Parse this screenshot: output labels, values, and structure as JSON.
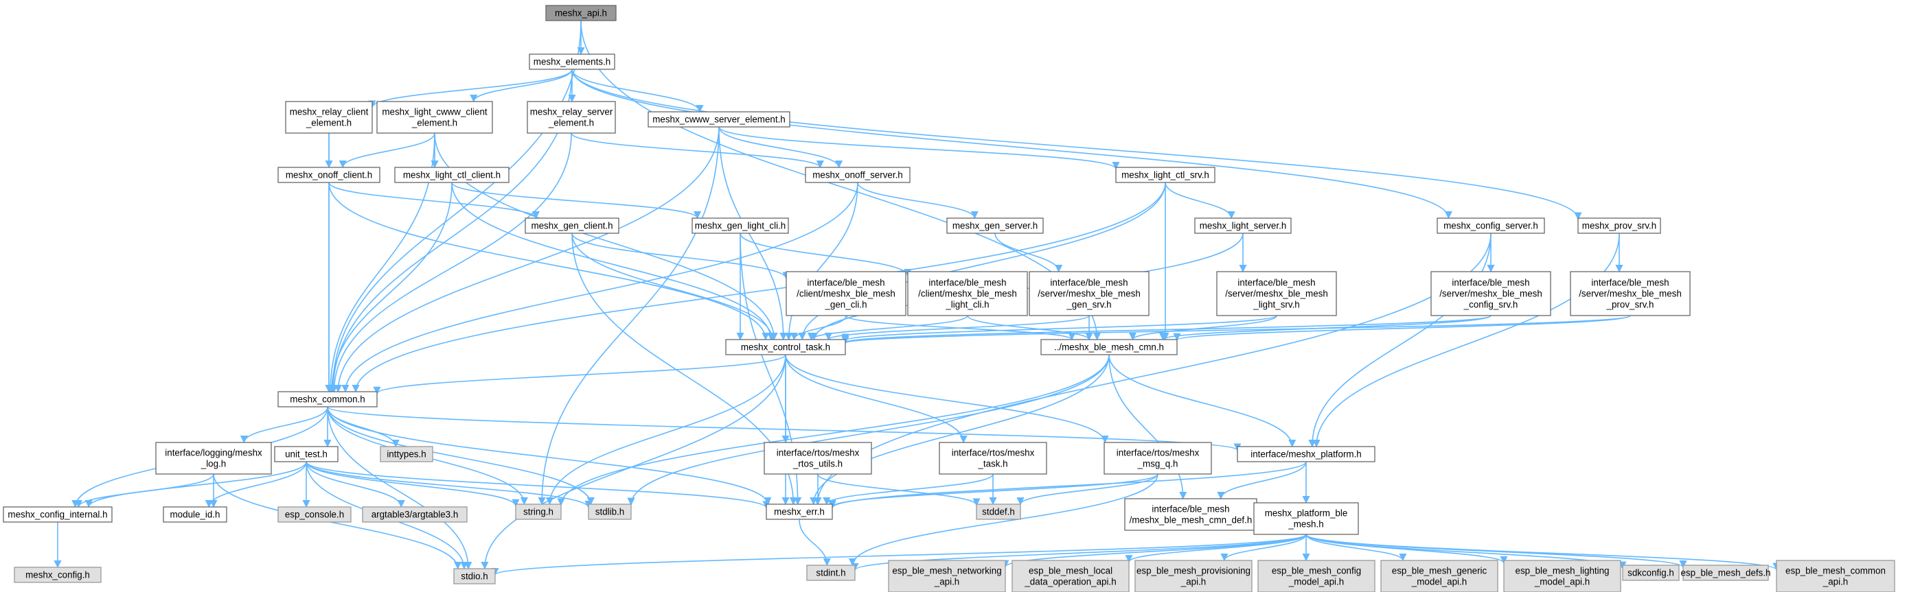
{
  "colors": {
    "edge": "#63b8ff",
    "root_fill": "#999999",
    "node_fill": "#ffffff",
    "node_stroke": "#666666",
    "external_fill": "#e0e0e0",
    "external_stroke": "#999999"
  },
  "nodes": [
    {
      "id": "api",
      "label": [
        "meshx_api.h"
      ],
      "kind": "root"
    },
    {
      "id": "elements",
      "label": [
        "meshx_elements.h"
      ],
      "kind": "std"
    },
    {
      "id": "relay_client",
      "label": [
        "meshx_relay_client",
        "_element.h"
      ],
      "kind": "std"
    },
    {
      "id": "light_cwww_client",
      "label": [
        "meshx_light_cwww_client",
        "_element.h"
      ],
      "kind": "std"
    },
    {
      "id": "relay_server",
      "label": [
        "meshx_relay_server",
        "_element.h"
      ],
      "kind": "std"
    },
    {
      "id": "cwww_server",
      "label": [
        "meshx_cwww_server_element.h"
      ],
      "kind": "std"
    },
    {
      "id": "onoff_client",
      "label": [
        "meshx_onoff_client.h"
      ],
      "kind": "std"
    },
    {
      "id": "light_ctl_client",
      "label": [
        "meshx_light_ctl_client.h"
      ],
      "kind": "std"
    },
    {
      "id": "onoff_server",
      "label": [
        "meshx_onoff_server.h"
      ],
      "kind": "std"
    },
    {
      "id": "light_ctl_srv",
      "label": [
        "meshx_light_ctl_srv.h"
      ],
      "kind": "std"
    },
    {
      "id": "config_server",
      "label": [
        "meshx_config_server.h"
      ],
      "kind": "std"
    },
    {
      "id": "prov_srv",
      "label": [
        "meshx_prov_srv.h"
      ],
      "kind": "std"
    },
    {
      "id": "gen_client",
      "label": [
        "meshx_gen_client.h"
      ],
      "kind": "std"
    },
    {
      "id": "gen_light_cli",
      "label": [
        "meshx_gen_light_cli.h"
      ],
      "kind": "std"
    },
    {
      "id": "gen_server",
      "label": [
        "meshx_gen_server.h"
      ],
      "kind": "std"
    },
    {
      "id": "light_server",
      "label": [
        "meshx_light_server.h"
      ],
      "kind": "std"
    },
    {
      "id": "ble_gen_cli",
      "label": [
        "interface/ble_mesh",
        "/client/meshx_ble_mesh",
        "_gen_cli.h"
      ],
      "kind": "std"
    },
    {
      "id": "ble_light_cli",
      "label": [
        "interface/ble_mesh",
        "/client/meshx_ble_mesh",
        "_light_cli.h"
      ],
      "kind": "std"
    },
    {
      "id": "ble_gen_srv",
      "label": [
        "interface/ble_mesh",
        "/server/meshx_ble_mesh",
        "_gen_srv.h"
      ],
      "kind": "std"
    },
    {
      "id": "ble_light_srv",
      "label": [
        "interface/ble_mesh",
        "/server/meshx_ble_mesh",
        "_light_srv.h"
      ],
      "kind": "std"
    },
    {
      "id": "ble_config_srv",
      "label": [
        "interface/ble_mesh",
        "/server/meshx_ble_mesh",
        "_config_srv.h"
      ],
      "kind": "std"
    },
    {
      "id": "ble_prov_srv",
      "label": [
        "interface/ble_mesh",
        "/server/meshx_ble_mesh",
        "_prov_srv.h"
      ],
      "kind": "std"
    },
    {
      "id": "control_task",
      "label": [
        "meshx_control_task.h"
      ],
      "kind": "std"
    },
    {
      "id": "ble_mesh_cmn",
      "label": [
        "../meshx_ble_mesh_cmn.h"
      ],
      "kind": "std"
    },
    {
      "id": "common",
      "label": [
        "meshx_common.h"
      ],
      "kind": "std"
    },
    {
      "id": "logging",
      "label": [
        "interface/logging/meshx",
        "_log.h"
      ],
      "kind": "std"
    },
    {
      "id": "unit_test",
      "label": [
        "unit_test.h"
      ],
      "kind": "std"
    },
    {
      "id": "inttypes",
      "label": [
        "inttypes.h"
      ],
      "kind": "ext"
    },
    {
      "id": "rtos_utils",
      "label": [
        "interface/rtos/meshx",
        "_rtos_utils.h"
      ],
      "kind": "std"
    },
    {
      "id": "rtos_task",
      "label": [
        "interface/rtos/meshx",
        "_task.h"
      ],
      "kind": "std"
    },
    {
      "id": "rtos_msg_q",
      "label": [
        "interface/rtos/meshx",
        "_msg_q.h"
      ],
      "kind": "std"
    },
    {
      "id": "platform",
      "label": [
        "interface/meshx_platform.h"
      ],
      "kind": "std"
    },
    {
      "id": "config_internal",
      "label": [
        "meshx_config_internal.h"
      ],
      "kind": "std"
    },
    {
      "id": "module_id",
      "label": [
        "module_id.h"
      ],
      "kind": "std"
    },
    {
      "id": "esp_console",
      "label": [
        "esp_console.h"
      ],
      "kind": "ext"
    },
    {
      "id": "argtable3",
      "label": [
        "argtable3/argtable3.h"
      ],
      "kind": "ext"
    },
    {
      "id": "string",
      "label": [
        "string.h"
      ],
      "kind": "ext"
    },
    {
      "id": "stdlib",
      "label": [
        "stdlib.h"
      ],
      "kind": "ext"
    },
    {
      "id": "err",
      "label": [
        "meshx_err.h"
      ],
      "kind": "std"
    },
    {
      "id": "stddef",
      "label": [
        "stddef.h"
      ],
      "kind": "ext"
    },
    {
      "id": "cmn_def",
      "label": [
        "interface/ble_mesh",
        "/meshx_ble_mesh_cmn_def.h"
      ],
      "kind": "std"
    },
    {
      "id": "platform_ble",
      "label": [
        "meshx_platform_ble",
        "_mesh.h"
      ],
      "kind": "std"
    },
    {
      "id": "meshx_config",
      "label": [
        "meshx_config.h"
      ],
      "kind": "ext"
    },
    {
      "id": "stdio",
      "label": [
        "stdio.h"
      ],
      "kind": "ext"
    },
    {
      "id": "stdint",
      "label": [
        "stdint.h"
      ],
      "kind": "ext"
    },
    {
      "id": "esp_networking",
      "label": [
        "esp_ble_mesh_networking",
        "_api.h"
      ],
      "kind": "ext"
    },
    {
      "id": "esp_local",
      "label": [
        "esp_ble_mesh_local",
        "_data_operation_api.h"
      ],
      "kind": "ext"
    },
    {
      "id": "esp_prov",
      "label": [
        "esp_ble_mesh_provisioning",
        "_api.h"
      ],
      "kind": "ext"
    },
    {
      "id": "esp_config",
      "label": [
        "esp_ble_mesh_config",
        "_model_api.h"
      ],
      "kind": "ext"
    },
    {
      "id": "esp_generic",
      "label": [
        "esp_ble_mesh_generic",
        "_model_api.h"
      ],
      "kind": "ext"
    },
    {
      "id": "esp_lighting",
      "label": [
        "esp_ble_mesh_lighting",
        "_model_api.h"
      ],
      "kind": "ext"
    },
    {
      "id": "sdkconfig",
      "label": [
        "sdkconfig.h"
      ],
      "kind": "ext"
    },
    {
      "id": "esp_defs",
      "label": [
        "esp_ble_mesh_defs.h"
      ],
      "kind": "ext"
    },
    {
      "id": "esp_common",
      "label": [
        "esp_ble_mesh_common",
        "_api.h"
      ],
      "kind": "ext"
    }
  ],
  "edges": [
    [
      "api",
      "elements"
    ],
    [
      "api",
      "common"
    ],
    [
      "api",
      "ble_mesh_cmn"
    ],
    [
      "elements",
      "relay_client"
    ],
    [
      "elements",
      "light_cwww_client"
    ],
    [
      "elements",
      "relay_server"
    ],
    [
      "elements",
      "cwww_server"
    ],
    [
      "elements",
      "config_server"
    ],
    [
      "elements",
      "prov_srv"
    ],
    [
      "elements",
      "common"
    ],
    [
      "relay_client",
      "onoff_client"
    ],
    [
      "relay_client",
      "common"
    ],
    [
      "light_cwww_client",
      "onoff_client"
    ],
    [
      "light_cwww_client",
      "light_ctl_client"
    ],
    [
      "light_cwww_client",
      "control_task"
    ],
    [
      "light_cwww_client",
      "common"
    ],
    [
      "relay_server",
      "onoff_server"
    ],
    [
      "relay_server",
      "common"
    ],
    [
      "cwww_server",
      "onoff_server"
    ],
    [
      "cwww_server",
      "light_ctl_srv"
    ],
    [
      "cwww_server",
      "control_task"
    ],
    [
      "cwww_server",
      "common"
    ],
    [
      "cwww_server",
      "string"
    ],
    [
      "onoff_client",
      "gen_client"
    ],
    [
      "onoff_client",
      "control_task"
    ],
    [
      "onoff_client",
      "common"
    ],
    [
      "light_ctl_client",
      "gen_light_cli"
    ],
    [
      "light_ctl_client",
      "control_task"
    ],
    [
      "light_ctl_client",
      "common"
    ],
    [
      "onoff_server",
      "gen_server"
    ],
    [
      "onoff_server",
      "control_task"
    ],
    [
      "onoff_server",
      "common"
    ],
    [
      "light_ctl_srv",
      "light_server"
    ],
    [
      "light_ctl_srv",
      "control_task"
    ],
    [
      "light_ctl_srv",
      "ble_mesh_cmn"
    ],
    [
      "light_ctl_srv",
      "common"
    ],
    [
      "config_server",
      "ble_config_srv"
    ],
    [
      "config_server",
      "platform"
    ],
    [
      "config_server",
      "err"
    ],
    [
      "prov_srv",
      "ble_prov_srv"
    ],
    [
      "prov_srv",
      "platform"
    ],
    [
      "gen_client",
      "ble_gen_cli"
    ],
    [
      "gen_client",
      "control_task"
    ],
    [
      "gen_client",
      "err"
    ],
    [
      "gen_light_cli",
      "ble_light_cli"
    ],
    [
      "gen_light_cli",
      "control_task"
    ],
    [
      "gen_light_cli",
      "err"
    ],
    [
      "gen_server",
      "ble_gen_srv"
    ],
    [
      "light_server",
      "ble_light_srv"
    ],
    [
      "light_server",
      "control_task"
    ],
    [
      "ble_gen_cli",
      "control_task"
    ],
    [
      "ble_gen_cli",
      "ble_mesh_cmn"
    ],
    [
      "ble_light_cli",
      "control_task"
    ],
    [
      "ble_light_cli",
      "ble_mesh_cmn"
    ],
    [
      "ble_gen_srv",
      "control_task"
    ],
    [
      "ble_gen_srv",
      "ble_mesh_cmn"
    ],
    [
      "ble_light_srv",
      "control_task"
    ],
    [
      "ble_light_srv",
      "ble_mesh_cmn"
    ],
    [
      "ble_config_srv",
      "control_task"
    ],
    [
      "ble_config_srv",
      "ble_mesh_cmn"
    ],
    [
      "ble_prov_srv",
      "control_task"
    ],
    [
      "ble_prov_srv",
      "ble_mesh_cmn"
    ],
    [
      "control_task",
      "common"
    ],
    [
      "control_task",
      "rtos_utils"
    ],
    [
      "control_task",
      "rtos_task"
    ],
    [
      "control_task",
      "rtos_msg_q"
    ],
    [
      "control_task",
      "string"
    ],
    [
      "control_task",
      "stdio"
    ],
    [
      "control_task",
      "err"
    ],
    [
      "ble_mesh_cmn",
      "platform"
    ],
    [
      "ble_mesh_cmn",
      "cmn_def"
    ],
    [
      "ble_mesh_cmn",
      "err"
    ],
    [
      "ble_mesh_cmn",
      "string"
    ],
    [
      "ble_mesh_cmn",
      "stdlib"
    ],
    [
      "common",
      "logging"
    ],
    [
      "common",
      "unit_test"
    ],
    [
      "common",
      "inttypes"
    ],
    [
      "common",
      "platform"
    ],
    [
      "common",
      "config_internal"
    ],
    [
      "common",
      "err"
    ],
    [
      "common",
      "string"
    ],
    [
      "common",
      "stdlib"
    ],
    [
      "common",
      "stdio"
    ],
    [
      "logging",
      "config_internal"
    ],
    [
      "logging",
      "module_id"
    ],
    [
      "logging",
      "stdio"
    ],
    [
      "unit_test",
      "config_internal"
    ],
    [
      "unit_test",
      "module_id"
    ],
    [
      "unit_test",
      "esp_console"
    ],
    [
      "unit_test",
      "argtable3"
    ],
    [
      "unit_test",
      "string"
    ],
    [
      "unit_test",
      "stdlib"
    ],
    [
      "unit_test",
      "err"
    ],
    [
      "unit_test",
      "stdio"
    ],
    [
      "rtos_utils",
      "err"
    ],
    [
      "rtos_utils",
      "stddef"
    ],
    [
      "rtos_task",
      "err"
    ],
    [
      "rtos_task",
      "stddef"
    ],
    [
      "rtos_msg_q",
      "err"
    ],
    [
      "rtos_msg_q",
      "stddef"
    ],
    [
      "rtos_msg_q",
      "stdint"
    ],
    [
      "platform",
      "cmn_def"
    ],
    [
      "platform",
      "platform_ble"
    ],
    [
      "platform",
      "err"
    ],
    [
      "config_internal",
      "meshx_config"
    ],
    [
      "err",
      "stdint"
    ],
    [
      "platform_ble",
      "stdio"
    ],
    [
      "platform_ble",
      "stdint"
    ],
    [
      "platform_ble",
      "esp_networking"
    ],
    [
      "platform_ble",
      "esp_local"
    ],
    [
      "platform_ble",
      "esp_prov"
    ],
    [
      "platform_ble",
      "esp_config"
    ],
    [
      "platform_ble",
      "esp_generic"
    ],
    [
      "platform_ble",
      "esp_lighting"
    ],
    [
      "platform_ble",
      "sdkconfig"
    ],
    [
      "platform_ble",
      "esp_defs"
    ],
    [
      "platform_ble",
      "esp_common"
    ]
  ]
}
